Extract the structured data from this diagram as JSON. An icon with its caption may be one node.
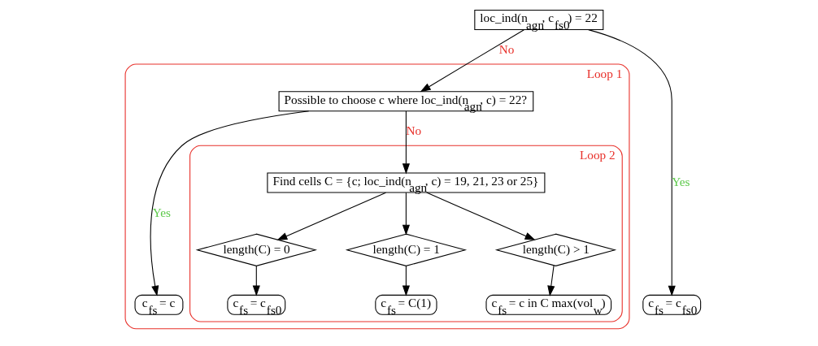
{
  "diagram": {
    "nodes": [
      {
        "text": [
          "loc_ind(n$_{agn}$, c$_{fs0}$) = 22"
        ]
      },
      {
        "text": [
          "c$_{fs}$ = c$_{fs0}$"
        ]
      },
      {
        "text": [
          "Loop 1"
        ]
      },
      {
        "text": [
          "Possible to choose c where loc_ind(n$_{agn}$, c) = 22?"
        ],
        "in": 2
      },
      {
        "text": [
          "c$_{fs}$ = c"
        ],
        "in": 2
      },
      {
        "text": [
          "Loop 2"
        ],
        "in": 2
      },
      {
        "text": [
          "Find cells C = {c; loc_ind(n$_{agn}$, c) = 19, 21, 23 or 25}"
        ],
        "in": 5
      },
      {
        "text": [
          "length(C) = 0"
        ],
        "in": 5
      },
      {
        "text": [
          "length(C) = 1"
        ],
        "in": 5
      },
      {
        "text": [
          "length(C) > 1"
        ],
        "in": 5
      },
      {
        "text": [
          "c$_{fs}$ = c$_{fs0}$"
        ],
        "in": 5
      },
      {
        "text": [
          "c$_{fs}$ = C(1)"
        ],
        "in": 5
      },
      {
        "text": [
          "c$_{fs}$ = c in C max(vol$_{w}$)"
        ],
        "in": 5
      }
    ],
    "edges": [
      {
        "from": 0,
        "to": 3,
        "arrow": "to",
        "label": "No"
      },
      {
        "from": 0,
        "to": 1,
        "arrow": "to",
        "label": "Yes"
      },
      {
        "from": 3,
        "to": 4,
        "arrow": "to",
        "label": "Yes"
      },
      {
        "from": 3,
        "to": 6,
        "arrow": "to",
        "label": "No"
      },
      {
        "from": 6,
        "to": 7,
        "arrow": "to"
      },
      {
        "from": 6,
        "to": 8,
        "arrow": "to"
      },
      {
        "from": 6,
        "to": 9,
        "arrow": "to"
      },
      {
        "from": 7,
        "to": 10,
        "arrow": "to"
      },
      {
        "from": 8,
        "to": 11,
        "arrow": "to"
      },
      {
        "from": 9,
        "to": 12,
        "arrow": "to"
      }
    ]
  }
}
